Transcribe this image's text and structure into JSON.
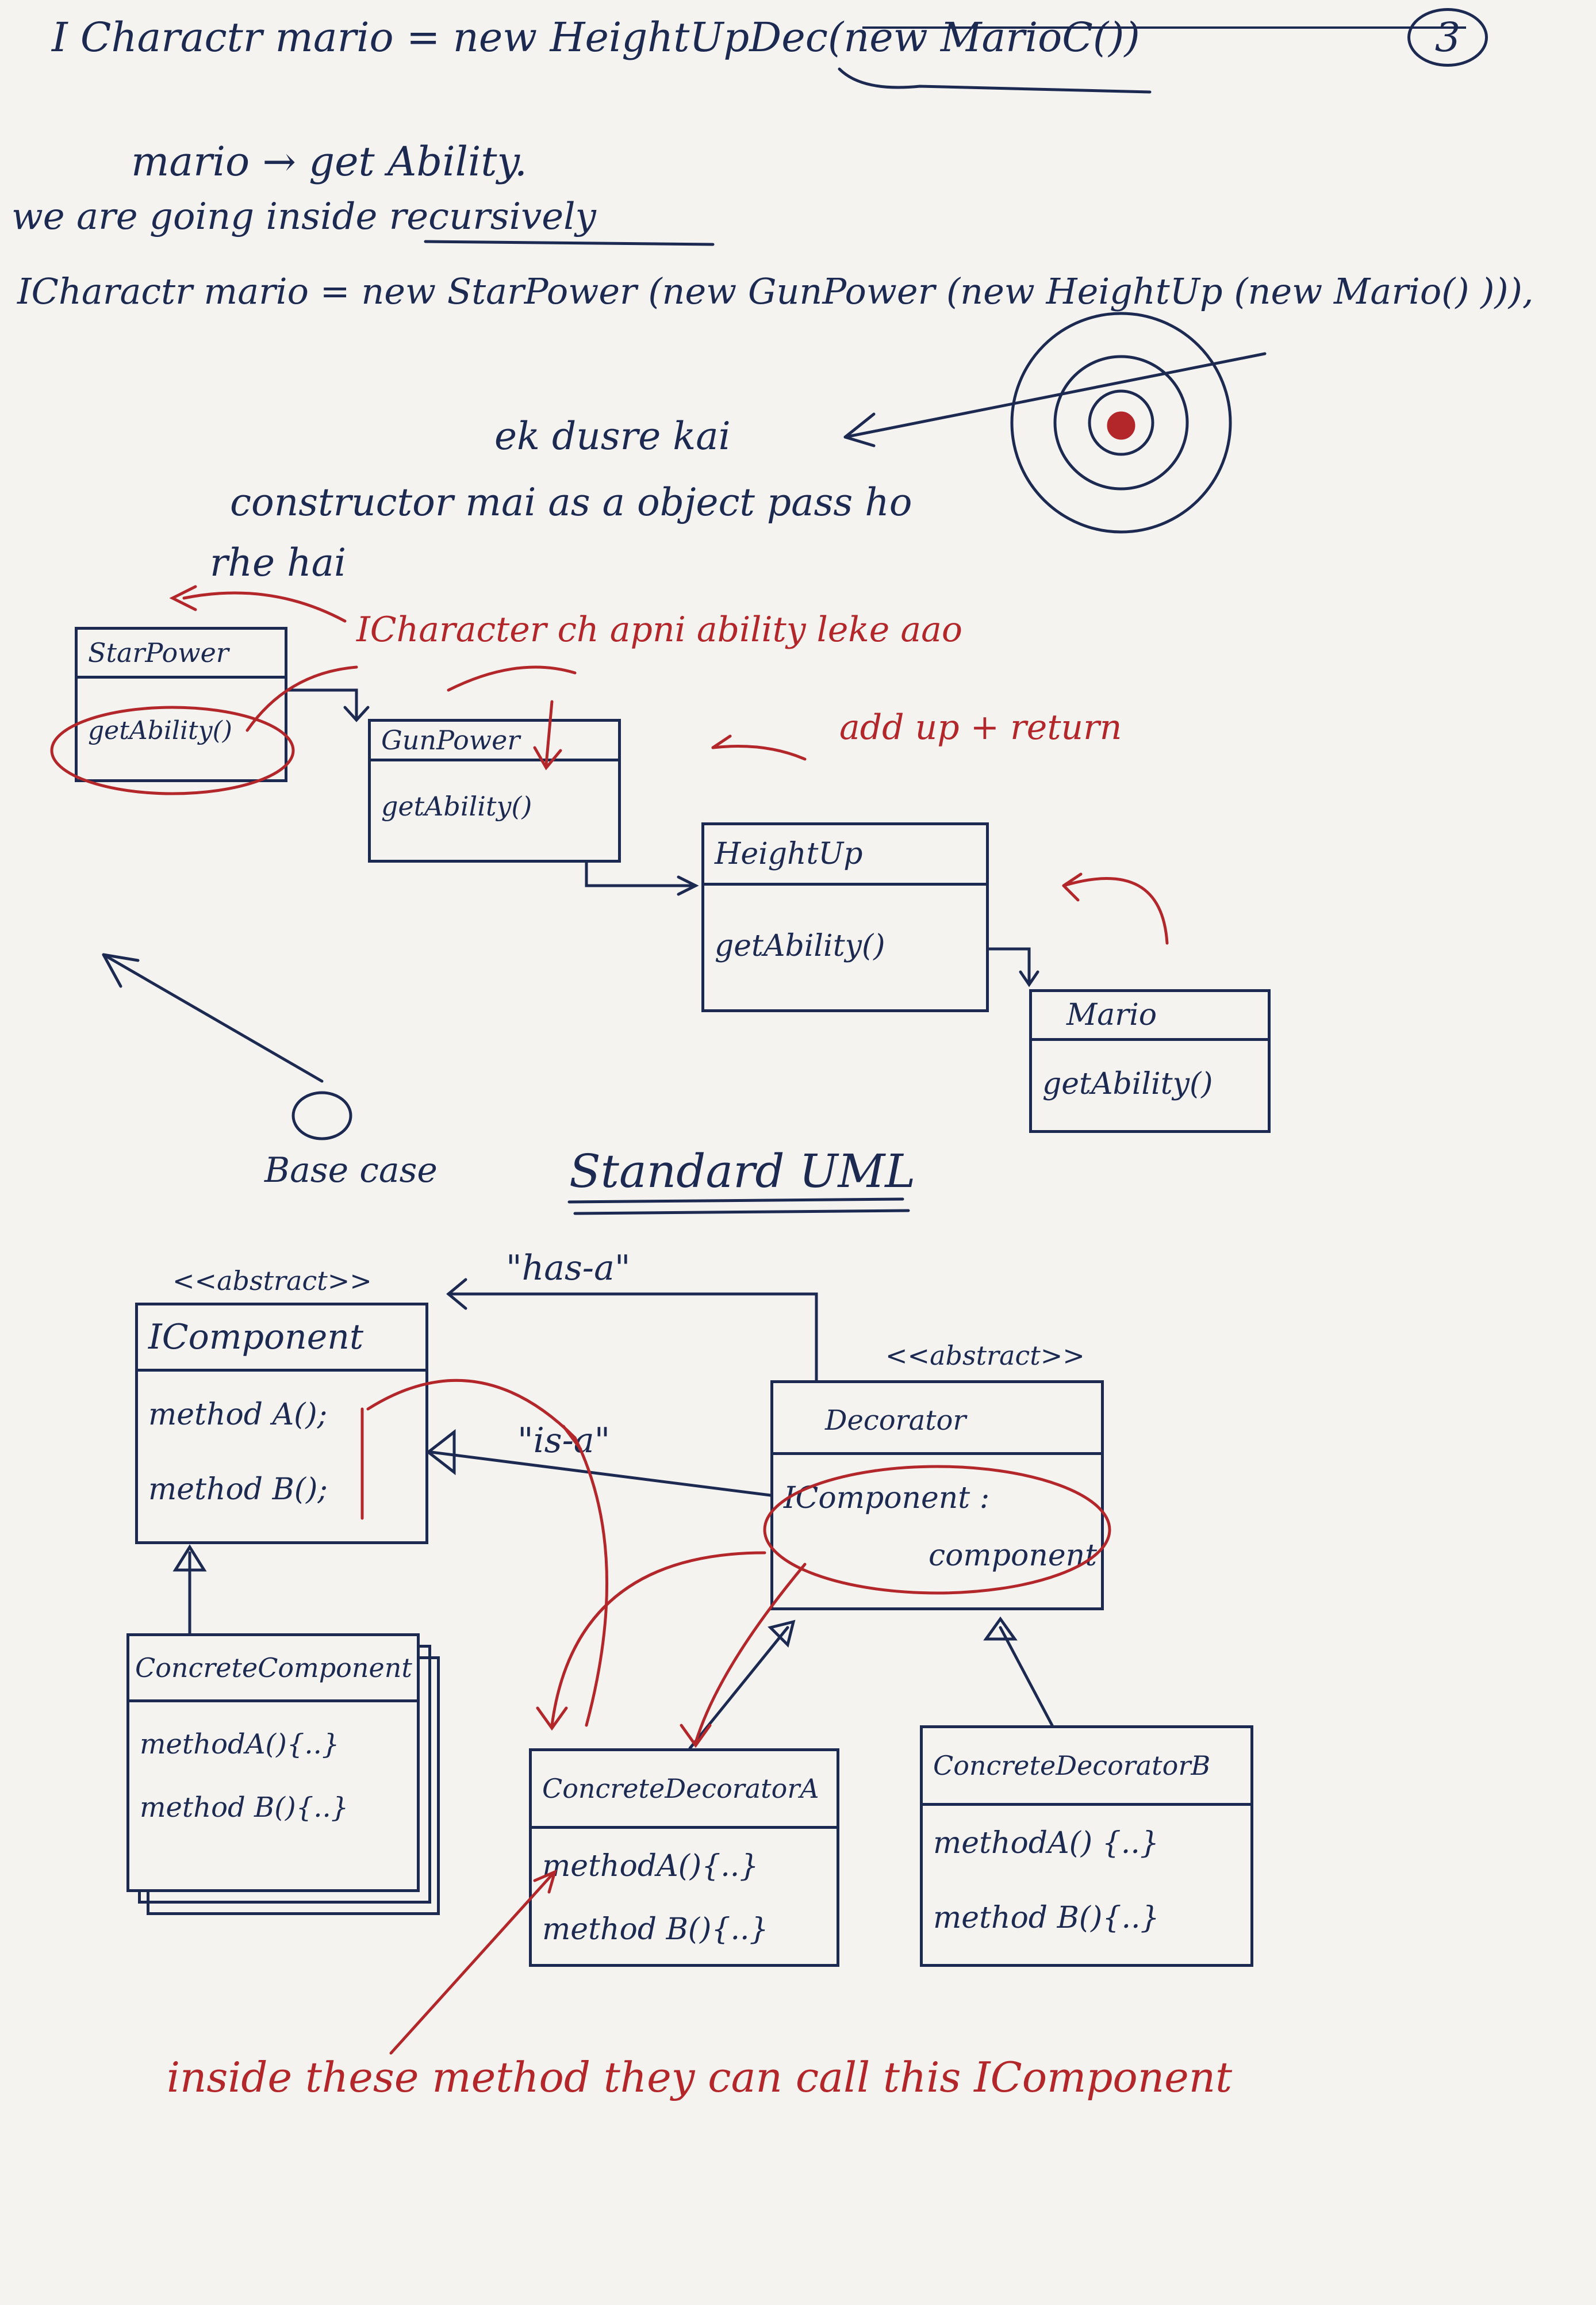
{
  "page_number": "3",
  "notes": {
    "line1": "I Charactr   mario = new   HeightUpDec(new MarioC())",
    "line2": "mario → get Ability.",
    "line3": "we are going   inside   recursively",
    "line4": "ICharactr  mario = new  StarPower (new GunPower (new HeightUp (new Mario() ))),",
    "explain1": "ek dusre kai",
    "explain2": "constructor  mai  as a  object   pass  ho",
    "explain3": "rhe  hai",
    "red_note1": "ICharacter  ch  apni ability  leke aao",
    "red_note2": "add up  + return",
    "base_case": "Base case",
    "standard_uml": "Standard UML",
    "has_a": "\"has-a\"",
    "is_a": "\"is-a\"",
    "bottom_note": "inside  these  method  they  can  call  this  IComponent"
  },
  "chain_diagram": {
    "star_power": {
      "name": "StarPower",
      "method": "getAbility()"
    },
    "gun_power": {
      "name": "GunPower",
      "method": "getAbility()"
    },
    "height_up": {
      "name": "HeightUp",
      "method": "getAbility()"
    },
    "mario": {
      "name": "Mario",
      "method": "getAbility()"
    }
  },
  "uml": {
    "icomponent": {
      "stereotype": "<<abstract>>",
      "name": "IComponent",
      "methods": [
        "method A();",
        "method B();"
      ]
    },
    "decorator": {
      "stereotype": "<<abstract>>",
      "name": "Decorator",
      "field1": "IComponent :",
      "field2": "component"
    },
    "concrete_component": {
      "name": "ConcreteComponent",
      "methods": [
        "methodA(){..}",
        "method B(){..}"
      ]
    },
    "concrete_decorator_a": {
      "name": "ConcreteDecoratorA",
      "methods": [
        "methodA(){..}",
        "method B(){..}"
      ]
    },
    "concrete_decorator_b": {
      "name": "ConcreteDecoratorB",
      "methods": [
        "methodA() {..}",
        "method B(){..}"
      ]
    }
  },
  "colors": {
    "ink_blue": "#1c2a52",
    "ink_red": "#b3262a",
    "paper": "#f4f3f0"
  }
}
